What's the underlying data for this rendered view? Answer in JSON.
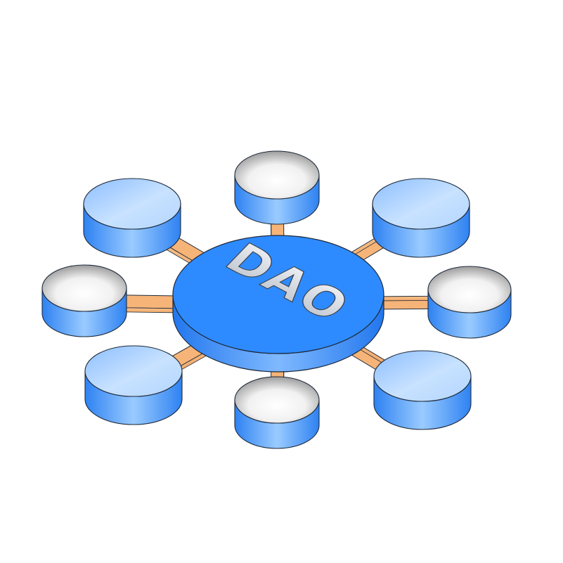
{
  "hub": {
    "label": "DAO",
    "fill_color": "#2E8BFF",
    "side_color_light": "#7FB9FF",
    "side_color_dark": "#2277EE",
    "label_color": "#D7DBE2"
  },
  "connector_color": "#F7B478",
  "outline_color": "#1E2A3A",
  "satellite_colors": {
    "side_light": "#8CC4FF",
    "side_dark": "#2E82F2",
    "blue_top_light": "#C8E2FF",
    "blue_top_dark": "#8CBEFF",
    "hollow_light": "#FFFFFF",
    "hollow_dark": "#A8A8A8"
  },
  "satellites": [
    {
      "name": "top",
      "style": "hollow"
    },
    {
      "name": "top-right",
      "style": "blue"
    },
    {
      "name": "right",
      "style": "hollow"
    },
    {
      "name": "bottom-right",
      "style": "blue"
    },
    {
      "name": "bottom",
      "style": "hollow"
    },
    {
      "name": "bottom-left",
      "style": "blue"
    },
    {
      "name": "left",
      "style": "hollow"
    },
    {
      "name": "top-left",
      "style": "blue"
    }
  ]
}
